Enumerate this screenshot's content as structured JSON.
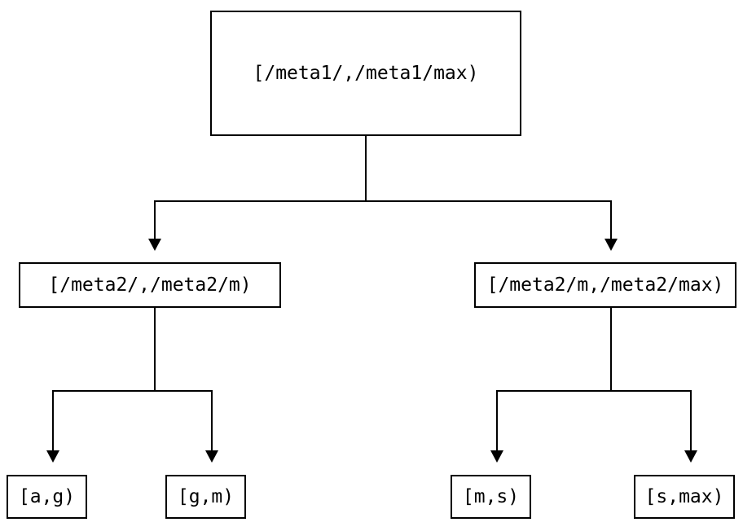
{
  "tree": {
    "root": {
      "label": "[/meta1/,/meta1/max)"
    },
    "children": [
      {
        "label": "[/meta2/,/meta2/m)"
      },
      {
        "label": "[/meta2/m,/meta2/max)"
      }
    ],
    "leaves": [
      {
        "label": "[a,g)"
      },
      {
        "label": "[g,m)"
      },
      {
        "label": "[m,s)"
      },
      {
        "label": "[s,max)"
      }
    ],
    "colors": {
      "line": "#000000",
      "text": "#000000",
      "background": "#ffffff"
    }
  }
}
